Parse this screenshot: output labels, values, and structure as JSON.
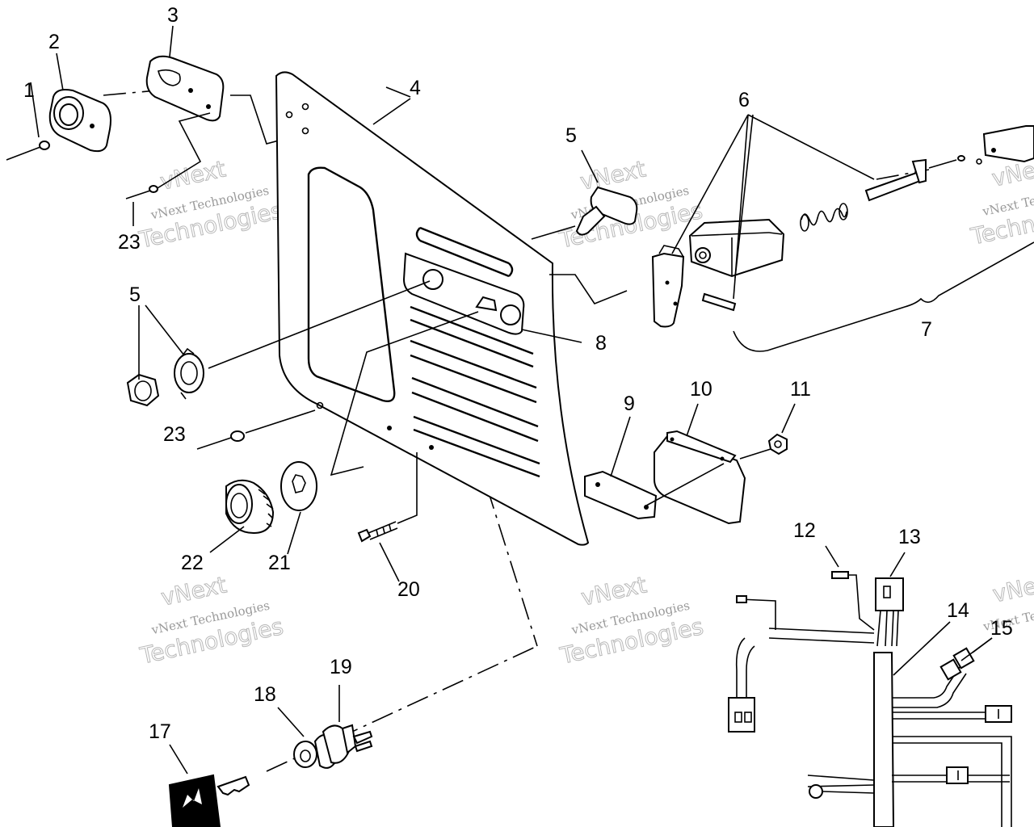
{
  "diagram": {
    "callouts": [
      "1",
      "2",
      "3",
      "4",
      "5",
      "5",
      "6",
      "7",
      "8",
      "9",
      "10",
      "11",
      "12",
      "13",
      "14",
      "15",
      "17",
      "18",
      "19",
      "20",
      "21",
      "22",
      "23",
      "23"
    ],
    "watermark": {
      "line1": "vNext",
      "line2": "vNext Technologies",
      "line3": "Technologies"
    }
  }
}
